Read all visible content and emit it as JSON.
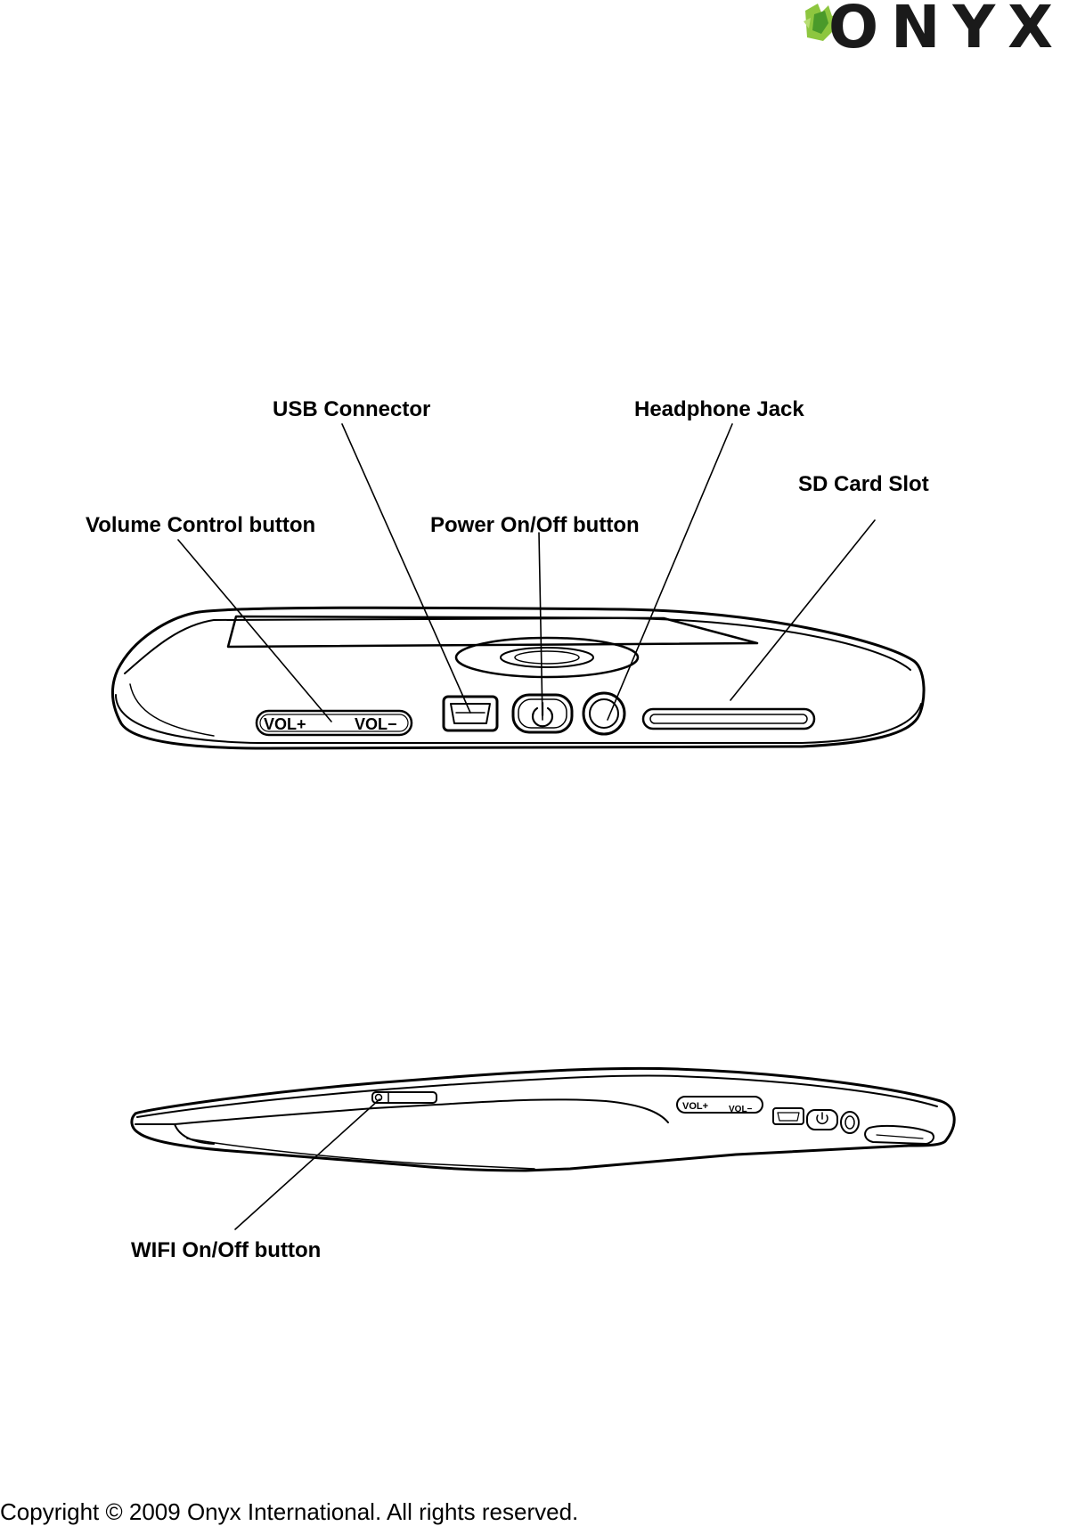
{
  "brand": {
    "logo_text": "ONYX",
    "logo_colors": {
      "text": "#1a1a1a",
      "leaf_light": "#8dc63f",
      "leaf_dark": "#4a9a2a"
    }
  },
  "top_view": {
    "labels": {
      "usb": "USB Connector",
      "headphone": "Headphone Jack",
      "sd": "SD Card Slot",
      "volume": "Volume Control button",
      "power": "Power On/Off button"
    },
    "device_markings": {
      "vol_plus": "VOL+",
      "vol_minus": "VOL−"
    }
  },
  "side_view": {
    "labels": {
      "wifi": "WIFI On/Off button"
    },
    "device_markings": {
      "vol_plus": "VOL+",
      "vol_minus": "VOL−"
    }
  },
  "footer": {
    "copyright": "Copyright © 2009 Onyx International. All rights reserved."
  }
}
